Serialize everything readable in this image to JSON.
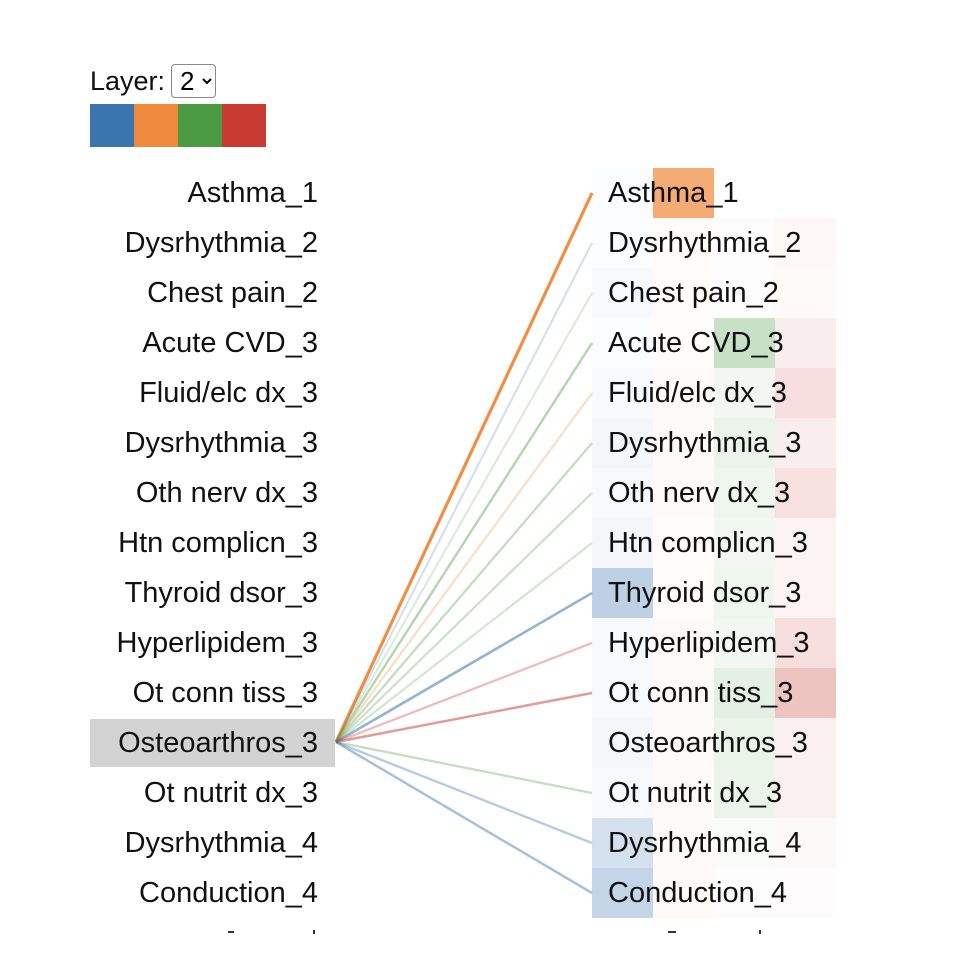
{
  "layer_control": {
    "label": "Layer:",
    "selected": "2"
  },
  "colors": [
    "#3a75b0",
    "#ef8a3c",
    "#4a9b41",
    "#c83a32"
  ],
  "left_labels": [
    "Asthma_1",
    "Dysrhythmia_2",
    "Chest pain_2",
    "Acute CVD_3",
    "Fluid/elc dx_3",
    "Dysrhythmia_3",
    "Oth nerv dx_3",
    "Htn complicn_3",
    "Thyroid dsor_3",
    "Hyperlipidem_3",
    "Ot conn tiss_3",
    "Osteoarthros_3",
    "Ot nutrit dx_3",
    "Dysrhythmia_4",
    "Conduction_4"
  ],
  "right_labels": [
    "Asthma_1",
    "Dysrhythmia_2",
    "Chest pain_2",
    "Acute CVD_3",
    "Fluid/elc dx_3",
    "Dysrhythmia_3",
    "Oth nerv dx_3",
    "Htn complicn_3",
    "Thyroid dsor_3",
    "Hyperlipidem_3",
    "Ot conn tiss_3",
    "Osteoarthros_3",
    "Ot nutrit dx_3",
    "Dysrhythmia_4",
    "Conduction_4"
  ],
  "selected_source_index": 11,
  "links": [
    {
      "target": 0,
      "color": 1,
      "weight": 1.0
    },
    {
      "target": 1,
      "color": 0,
      "weight": 0.12
    },
    {
      "target": 2,
      "color": 2,
      "weight": 0.1
    },
    {
      "target": 3,
      "color": 2,
      "weight": 0.35
    },
    {
      "target": 4,
      "color": 1,
      "weight": 0.2
    },
    {
      "target": 5,
      "color": 2,
      "weight": 0.25
    },
    {
      "target": 6,
      "color": 2,
      "weight": 0.2
    },
    {
      "target": 7,
      "color": 2,
      "weight": 0.15
    },
    {
      "target": 8,
      "color": 0,
      "weight": 0.5
    },
    {
      "target": 9,
      "color": 3,
      "weight": 0.25
    },
    {
      "target": 10,
      "color": 3,
      "weight": 0.45
    },
    {
      "target": 12,
      "color": 2,
      "weight": 0.25
    },
    {
      "target": 13,
      "color": 0,
      "weight": 0.3
    },
    {
      "target": 14,
      "color": 0,
      "weight": 0.4
    }
  ],
  "heatmap": [
    [
      0.03,
      0.95,
      0.0,
      0.0
    ],
    [
      0.03,
      0.03,
      0.02,
      0.05
    ],
    [
      0.05,
      0.03,
      0.02,
      0.03
    ],
    [
      0.03,
      0.02,
      0.4,
      0.12
    ],
    [
      0.05,
      0.05,
      0.1,
      0.22
    ],
    [
      0.08,
      0.06,
      0.15,
      0.12
    ],
    [
      0.05,
      0.05,
      0.12,
      0.2
    ],
    [
      0.08,
      0.04,
      0.1,
      0.08
    ],
    [
      0.45,
      0.04,
      0.12,
      0.08
    ],
    [
      0.05,
      0.06,
      0.1,
      0.22
    ],
    [
      0.05,
      0.05,
      0.2,
      0.4
    ],
    [
      0.08,
      0.05,
      0.15,
      0.1
    ],
    [
      0.05,
      0.05,
      0.15,
      0.1
    ],
    [
      0.3,
      0.06,
      0.04,
      0.04
    ],
    [
      0.4,
      0.06,
      0.02,
      0.02
    ]
  ]
}
